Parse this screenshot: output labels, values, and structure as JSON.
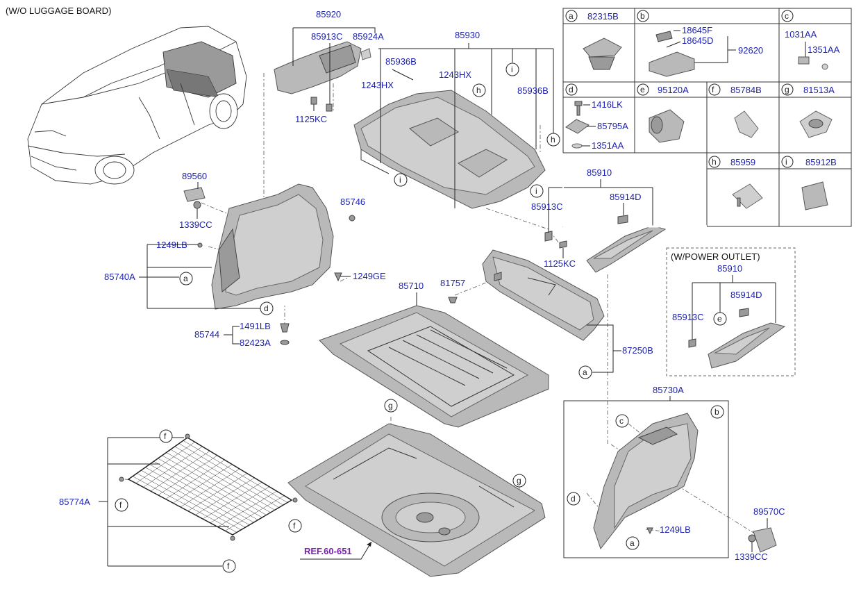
{
  "header": {
    "variant_title": "(W/O LUGGAGE BOARD)"
  },
  "reference": {
    "label": "REF.60-651"
  },
  "labels": {
    "p85920": "85920",
    "p85913C_top": "85913C",
    "p85924A": "85924A",
    "p1125KC_top": "1125KC",
    "p85930": "85930",
    "p85936B_left": "85936B",
    "p1243HX_left": "1243HX",
    "p1243HX_mid": "1243HX",
    "p85936B_right": "85936B",
    "p89560": "89560",
    "p1339CC_left": "1339CC",
    "p85746": "85746",
    "p1249LB_left": "1249LB",
    "p85740A": "85740A",
    "p1249GE": "1249GE",
    "p85744": "85744",
    "p1491LB": "1491LB",
    "p82423A": "82423A",
    "p85710": "85710",
    "p81757": "81757",
    "p85910": "85910",
    "p85913C_mid": "85913C",
    "p85914D": "85914D",
    "p1125KC_mid": "1125KC",
    "p87250B": "87250B",
    "p85774A": "85774A",
    "p85730A": "85730A",
    "p1249LB_right": "1249LB",
    "p89570C": "89570C",
    "p1339CC_right": "1339CC"
  },
  "power_outlet_box": {
    "title": "(W/POWER OUTLET)",
    "p85910": "85910",
    "p85913C": "85913C",
    "p85914D": "85914D"
  },
  "parts_table": {
    "cells": [
      {
        "letter": "a",
        "part": "82315B"
      },
      {
        "letter": "b",
        "part": "",
        "sub": [
          "18645F",
          "18645D",
          "92620"
        ]
      },
      {
        "letter": "c",
        "part": "",
        "sub": [
          "1031AA",
          "1351AA"
        ]
      },
      {
        "letter": "d",
        "part": "",
        "sub": [
          "1416LK",
          "85795A",
          "1351AA"
        ]
      },
      {
        "letter": "e",
        "part": "95120A"
      },
      {
        "letter": "f",
        "part": "85784B"
      },
      {
        "letter": "g",
        "part": "81513A"
      },
      {
        "letter": "h",
        "part": "85959"
      },
      {
        "letter": "i",
        "part": "85912B"
      }
    ]
  },
  "callouts": {
    "a": "a",
    "b": "b",
    "c": "c",
    "d": "d",
    "e": "e",
    "f": "f",
    "g": "g",
    "h": "h",
    "i": "i"
  },
  "colors": {
    "part_label": "#1a1fb0",
    "ref_label": "#7a1fb0",
    "part_fill": "#b9b9b9"
  }
}
